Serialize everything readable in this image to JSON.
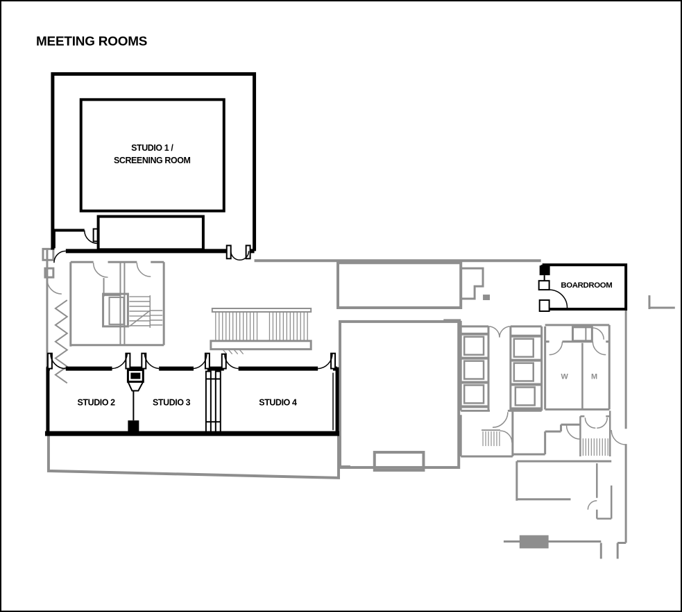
{
  "title": "MEETING ROOMS",
  "rooms": {
    "studio1_line1": "STUDIO 1 /",
    "studio1_line2": "SCREENING ROOM",
    "studio2": "STUDIO 2",
    "studio3": "STUDIO 3",
    "studio4": "STUDIO 4",
    "boardroom": "BOARDROOM",
    "womens_restroom": "W",
    "mens_restroom": "M"
  },
  "colors": {
    "primary_walls": "#000000",
    "secondary_walls": "#8e8e8e",
    "background": "#ffffff"
  }
}
